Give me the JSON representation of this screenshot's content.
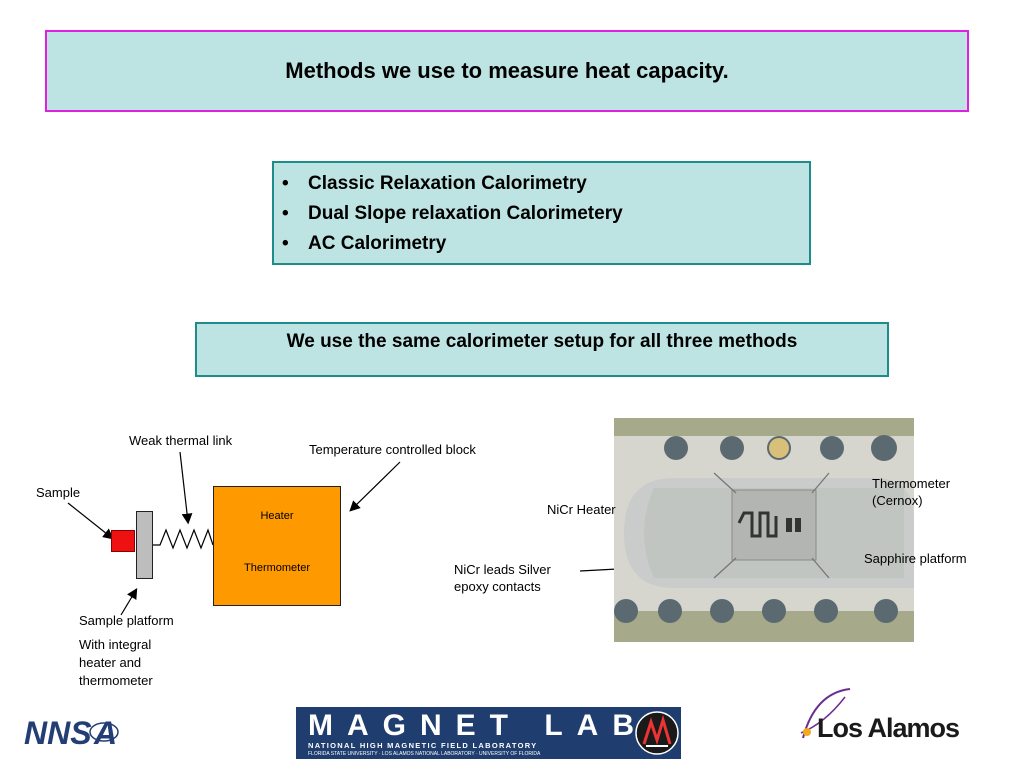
{
  "title": "Methods we use to measure heat capacity.",
  "methods": [
    "Classic Relaxation Calorimetry",
    "Dual Slope relaxation Calorimetery",
    "AC Calorimetry"
  ],
  "setup_statement": "We use the same calorimeter setup for all three methods",
  "schematic": {
    "weak_link": "Weak thermal link",
    "temp_block": "Temperature controlled block",
    "sample": "Sample",
    "heater": "Heater",
    "thermometer": "Thermometer",
    "sample_platform": "Sample platform",
    "platform_note_1": "With integral",
    "platform_note_2": "heater and",
    "platform_note_3": "thermometer"
  },
  "photo_labels": {
    "nicr_heater": "NiCr Heater",
    "thermometer_1": "Thermometer",
    "thermometer_2": "(Cernox)",
    "sapphire": "Sapphire platform",
    "leads_1": "NiCr leads Silver",
    "leads_2": "epoxy contacts"
  },
  "logos": {
    "nnsa": "NNSA",
    "magnet_lab": "MAGNET LAB",
    "magnet_lab_sub": "NATIONAL HIGH MAGNETIC FIELD LABORATORY",
    "magnet_lab_sub2": "FLORIDA STATE UNIVERSITY · LOS ALAMOS NATIONAL LABORATORY · UNIVERSITY OF FLORIDA",
    "los_alamos": "Los Alamos"
  },
  "colors": {
    "box_fill": "#bde3e3",
    "title_border": "#e020e0",
    "box_border": "#1f8c8c",
    "block_fill": "#ff9900",
    "sample_fill": "#ee1111"
  }
}
